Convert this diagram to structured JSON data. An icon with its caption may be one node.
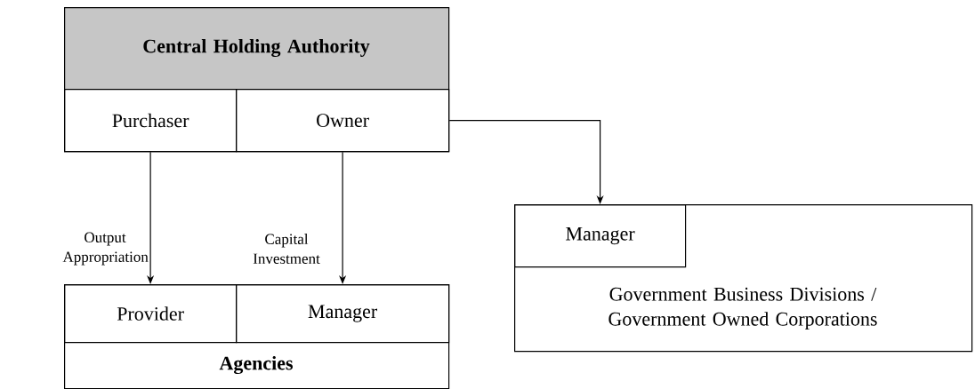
{
  "diagram": {
    "nodes": [
      {
        "text": [
          "Central Holding Authority"
        ]
      },
      {
        "text": [
          "Purchaser"
        ],
        "in": 0
      },
      {
        "text": [
          "Owner"
        ],
        "in": 0
      },
      {
        "text": [
          "Government Business Divisions / Government Owned Corporations"
        ]
      },
      {
        "text": [
          "Manager"
        ],
        "in": 3
      },
      {
        "text": [
          "Agencies"
        ]
      },
      {
        "text": [
          "Provider"
        ],
        "in": 5
      },
      {
        "text": [
          "Manager"
        ],
        "in": 5
      }
    ],
    "edges": [
      {
        "from": 1,
        "to": 6,
        "arrow": "to",
        "label": "Output Appropriation"
      },
      {
        "from": 2,
        "to": 7,
        "arrow": "to",
        "label": "Capital Investment"
      },
      {
        "from": 2,
        "to": 4,
        "arrow": "to"
      }
    ]
  }
}
